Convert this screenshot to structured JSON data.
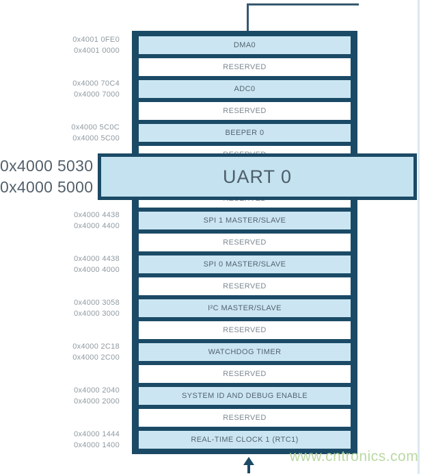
{
  "theme": {
    "frame_navy": "#1b4a66",
    "row_blue": "#cbe6f2",
    "uart_callout_blue": "#c4e2ef",
    "reserved_white": "#ffffff",
    "row_label_color": "#52636f",
    "reserved_label_color": "#7b8790",
    "address_small_color": "#8f99a0",
    "address_large_color": "#53606c",
    "connector_color": "#35586e",
    "watermark_green": "#b9d8a2"
  },
  "stack": {
    "rows": [
      {
        "type": "peripheral",
        "label": "DMA0",
        "addresses": [
          "0x4001 0FE0",
          "0x4001 0000"
        ]
      },
      {
        "type": "reserved",
        "label": "RESERVED"
      },
      {
        "type": "peripheral",
        "label": "ADC0",
        "addresses": [
          "0x4000 70C4",
          "0x4000 7000"
        ]
      },
      {
        "type": "reserved",
        "label": "RESERVED"
      },
      {
        "type": "peripheral",
        "label": "BEEPER 0",
        "addresses": [
          "0x4000 5C0C",
          "0x4000 5C00"
        ]
      },
      {
        "type": "reserved",
        "label": "RESERVED"
      },
      {
        "type": "covered",
        "label": ""
      },
      {
        "type": "reserved",
        "label": "RESERVED"
      },
      {
        "type": "peripheral",
        "label": "SPI 1 MASTER/SLAVE",
        "addresses": [
          "0x4000 4438",
          "0x4000 4400"
        ]
      },
      {
        "type": "reserved",
        "label": "RESERVED"
      },
      {
        "type": "peripheral",
        "label": "SPI 0 MASTER/SLAVE",
        "addresses": [
          "0x4000 4438",
          "0x4000 4000"
        ]
      },
      {
        "type": "reserved",
        "label": "RESERVED"
      },
      {
        "type": "peripheral",
        "label": "I²C MASTER/SLAVE",
        "addresses": [
          "0x4000 3058",
          "0x4000 3000"
        ]
      },
      {
        "type": "reserved",
        "label": "RESERVED"
      },
      {
        "type": "peripheral",
        "label": "WATCHDOG TIMER",
        "addresses": [
          "0x4000 2C18",
          "0x4000 2C00"
        ]
      },
      {
        "type": "reserved",
        "label": "RESERVED"
      },
      {
        "type": "peripheral",
        "label": "SYSTEM ID AND DEBUG ENABLE",
        "addresses": [
          "0x4000 2040",
          "0x4000 2000"
        ]
      },
      {
        "type": "reserved",
        "label": "RESERVED"
      },
      {
        "type": "peripheral",
        "label": "REAL-TIME CLOCK 1 (RTC1)",
        "addresses": [
          "0x4000 1444",
          "0x4000 1400"
        ]
      }
    ],
    "callout": {
      "label": "UART 0",
      "addresses": [
        "0x4000 5030",
        "0x4000 5000"
      ]
    }
  },
  "watermark": "www.cntronics.com"
}
